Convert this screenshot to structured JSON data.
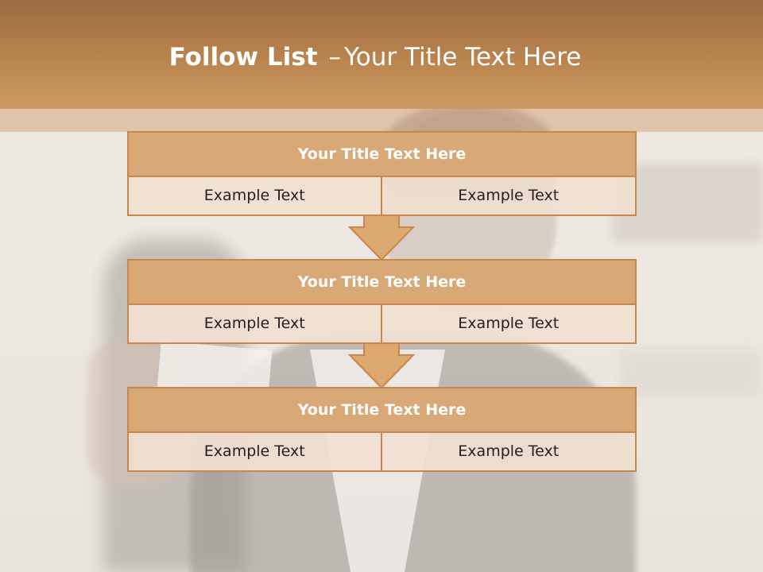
{
  "slide": {
    "title_bold": "Follow List",
    "title_separator": "–",
    "title_rest": "Your Title Text Here"
  },
  "blocks": [
    {
      "title": "Your Title Text Here",
      "cells": [
        "Example Text",
        "Example Text"
      ]
    },
    {
      "title": "Your Title Text Here",
      "cells": [
        "Example Text",
        "Example Text"
      ]
    },
    {
      "title": "Your Title Text Here",
      "cells": [
        "Example Text",
        "Example Text"
      ]
    }
  ],
  "colors": {
    "header": "#b57f4b",
    "block_title_fill": "#d9a877",
    "block_border": "#c7884d",
    "cell_fill": "#f1dfd1",
    "arrow_fill": "#dca86f"
  }
}
